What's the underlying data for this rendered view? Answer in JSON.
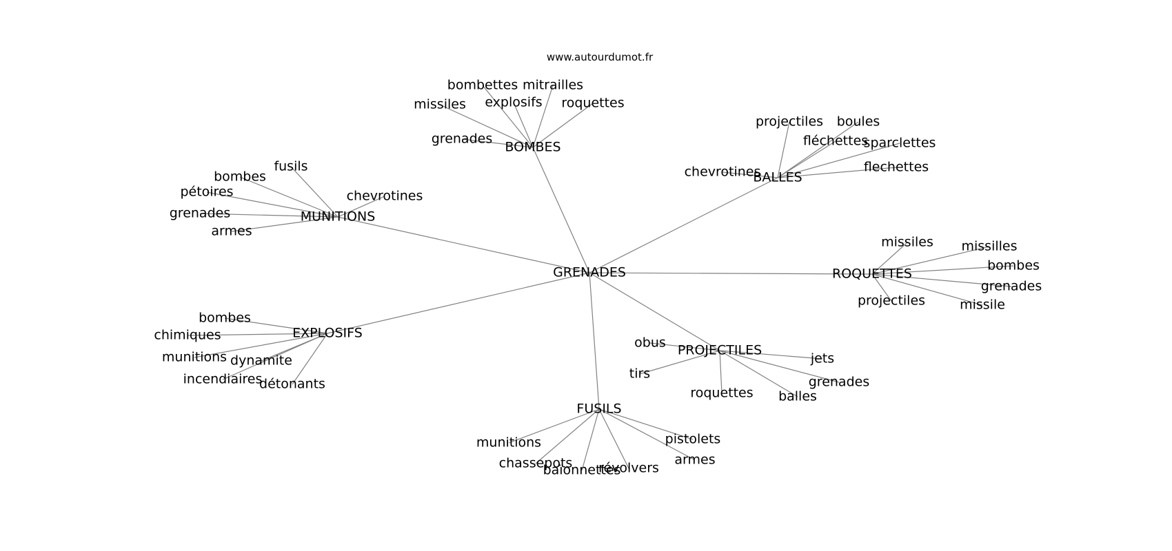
{
  "watermark": "www.autourdumot.fr",
  "graph": {
    "center": "GRENADES",
    "clusters": [
      {
        "id": "bombes",
        "label": "BOMBES",
        "children": [
          "bombettes",
          "mitrailles",
          "missiles",
          "explosifs",
          "roquettes",
          "grenades"
        ]
      },
      {
        "id": "balles",
        "label": "BALLES",
        "children": [
          "projectiles",
          "boules",
          "fléchettes",
          "sparclettes",
          "chevrotines",
          "flechettes"
        ]
      },
      {
        "id": "munitions",
        "label": "MUNITIONS",
        "children": [
          "fusils",
          "bombes",
          "pétoires",
          "chevrotines",
          "grenades",
          "armes"
        ]
      },
      {
        "id": "roquettes",
        "label": "ROQUETTES",
        "children": [
          "missiles",
          "missilles",
          "bombes",
          "grenades",
          "projectiles",
          "missile"
        ]
      },
      {
        "id": "explosifs",
        "label": "EXPLOSIFS",
        "children": [
          "bombes",
          "chimiques",
          "munitions",
          "dynamite",
          "incendiaires",
          "détonants"
        ]
      },
      {
        "id": "projectiles",
        "label": "PROJECTILES",
        "children": [
          "obus",
          "jets",
          "tirs",
          "grenades",
          "roquettes",
          "balles"
        ]
      },
      {
        "id": "fusils",
        "label": "FUSILS",
        "children": [
          "munitions",
          "pistolets",
          "chassepots",
          "armes",
          "baïonnettes",
          "révolvers"
        ]
      }
    ]
  }
}
